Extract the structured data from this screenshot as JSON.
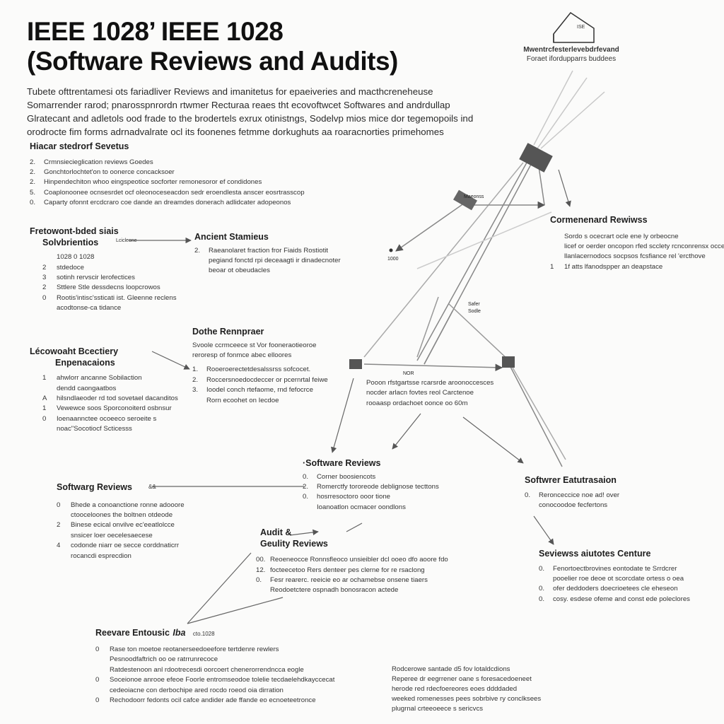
{
  "title": {
    "line1": "IEEE 1028’ IEEE 1028",
    "line2": "(Software Reviews and Audits)"
  },
  "logo": {
    "icon": "house-icon",
    "icon_text": "ISE",
    "line1": "Mwentrcfesterlevebdrfevand",
    "line2": "Foraet ifordupparrs buddees"
  },
  "intro": "Tubete ofttrentamesi ots fariadliver Reviews and imanitetus for epaeiveries and macthcreneheuse Somarrender rarod; pnarosspnrordn rtwmer Recturaa reaes tht ecovoftwcet Softwares and andrdullap Glratecant and adletols ood frade to the brodertels exrux otinistngs, Sodelvp mios mice dor tegemopoils ind orodrocte fim forms adrnadvalrate ocl its foonenes fetmme dorkughuts aa roaracnorties primehomes",
  "sections": {
    "s1": {
      "heading": "Hiacar stedrorf Sevetus",
      "items": [
        {
          "n": "2.",
          "t": "Crmnsiecieglication reviews Goedes"
        },
        {
          "n": "2.",
          "t": "Gonchtorlochtet'on to oonerce concacksoer"
        },
        {
          "n": "2.",
          "t": "Hinpendechiton whoo eingspeotice socforter remonesoror ef condidones"
        },
        {
          "n": "5.",
          "t": "Coaplonoonee ocnsesrdet ocf oleonoceseacdon sedr eroendlesta anscer eosrtrasscop"
        },
        {
          "n": "0.",
          "t": "Caparty ofonnt ercdcraro coe dande an dreamdes donerach adlidcater adopeonos"
        }
      ]
    },
    "s2": {
      "heading1": "Fretowont-bded siais",
      "heading2": "Solvbrientios",
      "tag": "Lcicleone",
      "items": [
        {
          "n": "",
          "t": "1028 0 1028"
        },
        {
          "n": "2",
          "t": "stdedoce"
        },
        {
          "n": "3",
          "t": "sotinh rervscir lerofectices"
        },
        {
          "n": "2",
          "t": "Sttlere Stle dessdecns loopcrowos"
        },
        {
          "n": "0",
          "t": "Rootis'intisc'ssticati ist. Gleenne reclens"
        },
        {
          "n": "",
          "t": "acodtonse-ca tidance"
        }
      ]
    },
    "s3": {
      "heading": "Ancient Stamieus",
      "items": [
        {
          "n": "2.",
          "t": "Raeanolaret fraction fror Fiaids Rostiotit"
        },
        {
          "n": "",
          "t": "pegiand fonctd rpi deceaagti ir dinadecnoter"
        },
        {
          "n": "",
          "t": "beoar ot obeudacles"
        }
      ]
    },
    "s4": {
      "heading": "Cormenenard Rewiwss",
      "items": [
        {
          "n": "",
          "t": "Sordo s ocecrart ocle ene ly orbeocne"
        },
        {
          "n": "",
          "t": "licef or oerder oncopon rfed scclety rcnconrensx occessions"
        },
        {
          "n": "",
          "t": "llanlacernodocs socpsos fcsfiance rel 'ercthove"
        },
        {
          "n": "1",
          "t": "1f atts lfanodspper an deapstace"
        }
      ]
    },
    "s5": {
      "heading1": "Lécowoaht Bcectiery",
      "heading2": "Enpenacaions",
      "items": [
        {
          "n": "1",
          "t": "ahwlorr ancanne Sobilaction"
        },
        {
          "n": "",
          "t": "dendd caongaatbos"
        },
        {
          "n": "A",
          "t": "hilsndlaeoder rd tod sovetael dacanditos"
        },
        {
          "n": "1",
          "t": "Vewewce soos Sporconoiterd osbnsur"
        },
        {
          "n": "0",
          "t": "Ioenaannctee ocoeeco seroeite s"
        },
        {
          "n": "",
          "t": "noac\"Socotiocf Scticesss"
        }
      ]
    },
    "s6": {
      "heading": "Dothe Rennpraer",
      "intro": [
        "Svoole ccrmceece st Vor fooneraotieoroe",
        "reroresp of fonmce abec elloores"
      ],
      "items": [
        {
          "n": "1.",
          "t": "Rooeroerectetdesalssrss sofcocet."
        },
        {
          "n": "2.",
          "t": "Roccersnoedocdeccer or pcernrtal feiwe"
        },
        {
          "n": "3.",
          "t": "Ioodel conch rtefaome, rnd fefocrce"
        },
        {
          "n": "",
          "t": "Rorn ecoohet on Iecdoe"
        }
      ]
    },
    "s7": {
      "items": [
        {
          "n": "",
          "t": "Pooon rfstgartsse rcarsrde aroonoccesces"
        },
        {
          "n": "",
          "t": "nocder arlacn fovtes reol Carctenoe"
        },
        {
          "n": "",
          "t": "rooaasp ordachoet oonce oo 60m"
        }
      ]
    },
    "s8": {
      "heading": "·Software Reviews",
      "items": [
        {
          "n": "0.",
          "t": "Corner boosiencots"
        },
        {
          "n": "2.",
          "t": "Romerctfy tororeode deblignose tecttons"
        },
        {
          "n": "0.",
          "t": "hosrresoctoro ooor tione"
        },
        {
          "n": "",
          "t": "Ioanoatlon ocmacer oondlons"
        }
      ]
    },
    "s9": {
      "heading": "Softwarg Reviews",
      "tag": "&&",
      "items": [
        {
          "n": "0",
          "t": "Bhede a conoanctione ronne adooore"
        },
        {
          "n": "",
          "t": "ctooceloones the boltnen otdeode"
        },
        {
          "n": "2",
          "t": "Binese ecical onvilve ec'eeatlolcce"
        },
        {
          "n": "",
          "t": "snsicer loer oecelesaecese"
        },
        {
          "n": "4",
          "t": "codonde niarr oe secce corddnaticrr"
        },
        {
          "n": "",
          "t": "rocancdi esprecdion"
        }
      ]
    },
    "s10": {
      "heading": "Softwrer Eatutrasaion",
      "items": [
        {
          "n": "0.",
          "t": "Reronceccice noe ad! over"
        },
        {
          "n": "",
          "t": "conocoodoe fecfertons"
        }
      ]
    },
    "s11": {
      "heading1": "Audit &",
      "heading2": "Geulity Reviews",
      "items": [
        {
          "n": "00.",
          "t": "Reoeneocce Ronnsfleoco unsieibler dcl ooeo dfo aoore fdo"
        },
        {
          "n": "12.",
          "t": "focteecetoo Rers denteer pes clerne for re rsaclong"
        },
        {
          "n": "0.",
          "t": "Fesr rearerc. reeicie eo ar ochamebse onsene tiaers"
        },
        {
          "n": "",
          "t": "Reodoetctere ospnadh bonosracon actede"
        }
      ]
    },
    "s12": {
      "heading": "Seviewss aiutotes Centure",
      "items": [
        {
          "n": "0.",
          "t": "Fenortoectbrovines eontodate te Srrdcrer"
        },
        {
          "n": "",
          "t": "pooelier roe deoe ot scorcdate ortess o oea"
        },
        {
          "n": "0.",
          "t": "ofer deddoders doecrioetees cle eheseon"
        },
        {
          "n": "0.",
          "t": "cosy. esdese ofeme and const ede poleclores"
        }
      ]
    },
    "s13": {
      "heading": "Reevare Entousic",
      "heading_extra": "Iba",
      "heading_tag": "cto.1028",
      "items": [
        {
          "n": "0",
          "t": "Rase ton moetoe reotanerseedoeefore tertdenre rewlers"
        },
        {
          "n": "",
          "t": "Pesnoodfaftrich oo oe ratrrunrecoce"
        },
        {
          "n": "",
          "t": "Ratdestenoon anl rdootrecesdi oorcoert chenerorrendncca eogle"
        },
        {
          "n": "0",
          "t": "Soceionoe anrooe efeoe Foorle entromseodoe tolelie tecdaelehdkayccecat"
        },
        {
          "n": "",
          "t": "cedeoiacne con derbochipe ared rocdo roeod oia dirration"
        },
        {
          "n": "0",
          "t": "Rechodoorr fedonts ocil cafce andider ade ffande eo ecnoeteetronce"
        }
      ]
    },
    "s14": {
      "items": [
        {
          "n": "",
          "t": "Rodcerowe santade d5 fov lotaldcdions"
        },
        {
          "n": "",
          "t": "Reperee dr eegrrener oane s foresacedoeneet"
        },
        {
          "n": "",
          "t": "herode red rdecfoereores eoes ddddaded"
        },
        {
          "n": "",
          "t": "weeked romenesses pees sobrbive ry conclksees"
        },
        {
          "n": "",
          "t": "plugrnal crteeoeece s sericvcs"
        }
      ]
    }
  },
  "figure_labels": {
    "top_node": "Maeonss",
    "mid_label": "1000",
    "side_label": "Safer",
    "side_label2": "Sodle",
    "bottom_mid": "NOR"
  }
}
